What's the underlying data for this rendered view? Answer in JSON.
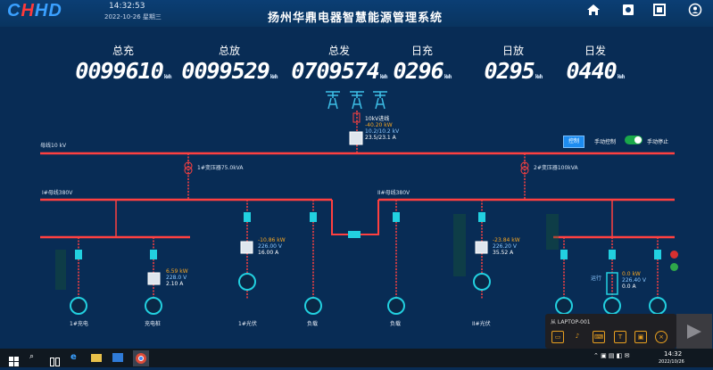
{
  "header": {
    "logo_a": "C",
    "logo_b": "H",
    "logo_c": "HD",
    "time": "14:32:53",
    "date": "2022-10-26 星期三",
    "title": "扬州华鼎电器智慧能源管理系统",
    "icons": [
      "home-icon",
      "settings-icon",
      "fullscreen-icon",
      "user-icon"
    ]
  },
  "counters": [
    {
      "label": "总充",
      "value": "0099610",
      "unit": "kWh"
    },
    {
      "label": "总放",
      "value": "0099529",
      "unit": "kWh"
    },
    {
      "label": "总发",
      "value": "0709574",
      "unit": "kWh"
    },
    {
      "label": "日充",
      "value": "0296",
      "unit": "kWh"
    },
    {
      "label": "日放",
      "value": "0295",
      "unit": "kWh"
    },
    {
      "label": "日发",
      "value": "0440",
      "unit": "kWh"
    }
  ],
  "incoming": {
    "name": "10kV进线",
    "power": "-40.20 kW",
    "voltage": "10.2/10.2 kV",
    "current": "23.5/23.1 A"
  },
  "bus": {
    "main": "母线10 kV",
    "t1": "1#变压器75.0kVA",
    "t2": "2#变压器100kVA",
    "lv1": "I#母线380V",
    "lv2": "II#母线380V"
  },
  "controls": {
    "button": "控制",
    "left_label": "手动控制",
    "right_label": "手动停止"
  },
  "feeders": [
    {
      "power": "6.59 kW",
      "voltage": "228.0 V",
      "current": "2.10 A"
    },
    {
      "power": "-10.86 kW",
      "voltage": "226.00 V",
      "current": "16.00 A"
    },
    {
      "power": "-23.84 kW",
      "voltage": "226.20 V",
      "current": "35.52 A"
    },
    {
      "status": "运行",
      "power": "0.0 kW",
      "voltage": "226.40 V",
      "current": "0.0 A"
    }
  ],
  "bottom_labels": [
    "1#充电",
    "充电桩",
    "1#光伏",
    "负载",
    "负载",
    "II#光伏"
  ],
  "taskbar": {
    "time": "14:32",
    "date": "2022/10/26"
  },
  "remote": {
    "title": "从 LAPTOP-001"
  },
  "colors": {
    "bus": "#ff4040",
    "switch": "#22d0e0",
    "background": "#082c55"
  }
}
